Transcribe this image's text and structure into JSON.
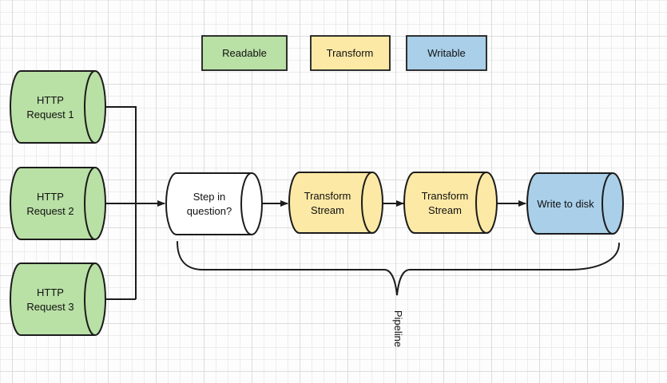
{
  "diagram": {
    "legend": {
      "items": [
        {
          "label": "Readable",
          "color": "#b9e0a5"
        },
        {
          "label": "Transform",
          "color": "#fce9a5"
        },
        {
          "label": "Writable",
          "color": "#a9cfe9"
        }
      ]
    },
    "colors": {
      "readable": "#b9e0a5",
      "transform": "#fce9a5",
      "writable": "#a9cfe9",
      "unclassified": "#ffffff",
      "stroke": "#1c1c1c",
      "background": "#fdfdfd",
      "grid_minor": "#ededed",
      "grid_major": "#dcdcdc"
    },
    "nodes": {
      "http1": {
        "line1": "HTTP",
        "line2": "Request 1"
      },
      "http2": {
        "line1": "HTTP",
        "line2": "Request 2"
      },
      "http3": {
        "line1": "HTTP",
        "line2": "Request 3"
      },
      "step": {
        "line1": "Step in",
        "line2": "question?"
      },
      "transform1": {
        "line1": "Transform",
        "line2": "Stream"
      },
      "transform2": {
        "line1": "Transform",
        "line2": "Stream"
      },
      "write": {
        "line1": "Write to disk"
      }
    },
    "annotations": {
      "pipeline": "Pipeline"
    }
  }
}
